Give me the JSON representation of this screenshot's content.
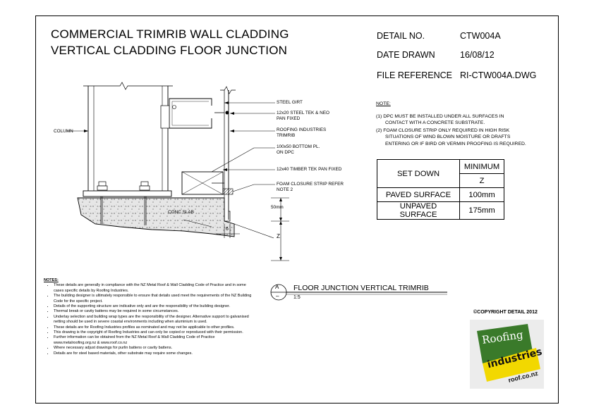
{
  "title": {
    "line1": "COMMERCIAL TRIMRIB WALL CLADDING",
    "line2": "VERTICAL CLADDING FLOOR JUNCTION"
  },
  "meta": {
    "detail_no_label": "DETAIL NO.",
    "detail_no_value": "CTW004A",
    "date_label": "DATE DRAWN",
    "date_value": "16/08/12",
    "file_label": "FILE REFERENCE",
    "file_value": "RI-CTW004A.DWG"
  },
  "right_notes": {
    "heading": "NOTE:",
    "items": [
      "(1) DPC MUST BE INSTALLED UNDER ALL SURFACES IN",
      "CONTACT WITH A CONCRETE SUBSTRATE.",
      "(2) FOAM CLOSURE STRIP ONLY REQUIRED IN HIGH RISK",
      "SITUATIONS OF WIND BLOWN MOISTURE OR DRAFTS",
      "ENTERING OR IF BIRD OR VERMIN PROOFING IS REQUIRED."
    ]
  },
  "setdown_table": {
    "header_left": "SET DOWN",
    "header_right_top": "MINIMUM",
    "header_right_bottom": "Z",
    "rows": [
      {
        "label": "PAVED SURFACE",
        "value": "100mm"
      },
      {
        "label": "UNPAVED SURFACE",
        "value": "175mm"
      }
    ]
  },
  "drawing_labels": {
    "column": "COLUMN",
    "steel_girt": "STEEL GIRT",
    "tek_line1": "12x20 STEEL TEK & NEO",
    "tek_line2": "PAN FIXED",
    "trimrib_line1": "ROOFING INDUSTRIES",
    "trimrib_line2": "TRIMRIB",
    "bottom_pl_line1": "100x50 BOTTOM PL.",
    "bottom_pl_line2": "ON DPC",
    "timber_tek": "12x40 TIMBER TEK PAN FIXED",
    "foam_line1": "FOAM CLOSURE STRIP REFER",
    "foam_line2": "NOTE 2",
    "conc_slab": "CONC SLAB",
    "dim_50": "50mm",
    "dim_6": "6",
    "dim_z": "Z"
  },
  "detail_ref": {
    "letter": "A",
    "dash": "–",
    "title": "FLOOR JUNCTION VERTICAL TRIMRIB",
    "scale": "1:5"
  },
  "general_notes": {
    "heading": "NOTES:",
    "items": [
      "These details are generally in compliance with the NZ Metal Roof & Wall Cladding Code of Practice and in some cases specific details by Roofing Industries.",
      "The building designer is ultimately responsible to ensure that details used meet the requirements of the NZ Building Code for the specific project.",
      "Details of the supporting structure are indicative only and are the responsibility of the building designer.",
      "Thermal break or cavity battens may be required in some circumstances.",
      "Underlay selection and building wrap types are the responsibility of the designer. Alternative support to galvanised netting should be used in severe coastal environments including when aluminium is used.",
      "These details are for Roofing Industries profiles as nominated and may not be applicable to other profiles.",
      "This drawing is the copyright of Roofing Industries and can only be copied or reproduced with their permission.",
      "Further information can be obtained from the NZ Metal Roof & Wall Cladding Code of Practice www.metalroofing.org.nz & www.roof.co.nz",
      "Where necessary adjust drawings for purlin battens or cavity battens.",
      "Details are for steel based materials, other substrate may require some changes."
    ]
  },
  "copyright": "©COPYRIGHT DETAIL 2012",
  "logo": {
    "word1": "Roofing",
    "word2": "industries",
    "url": "roof.co.nz"
  },
  "colors": {
    "line": "#000000",
    "concrete": "#dcdcdc",
    "logo_green": "#3a7a2a",
    "logo_yellow": "#f2d800",
    "logo_black": "#111111"
  }
}
